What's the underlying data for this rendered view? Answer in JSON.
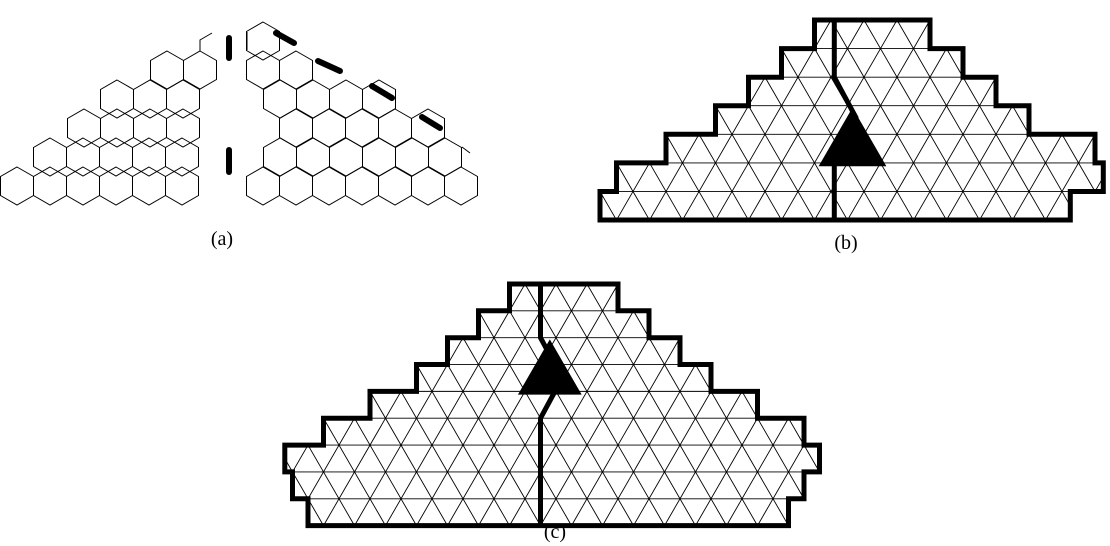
{
  "panels": [
    {
      "id": "a",
      "caption": "(a)"
    },
    {
      "id": "b",
      "caption": "(b)"
    },
    {
      "id": "c",
      "caption": "(c)"
    }
  ],
  "colors": {
    "line": "#000000",
    "shade": "#d0d0d0",
    "ellipse_fill": "#bdbdbd",
    "dashed": "#e00000",
    "background": "#ffffff"
  },
  "icons": [
    "hexagon-grid",
    "triangular-lattice",
    "black-triangle",
    "gray-ellipse"
  ]
}
